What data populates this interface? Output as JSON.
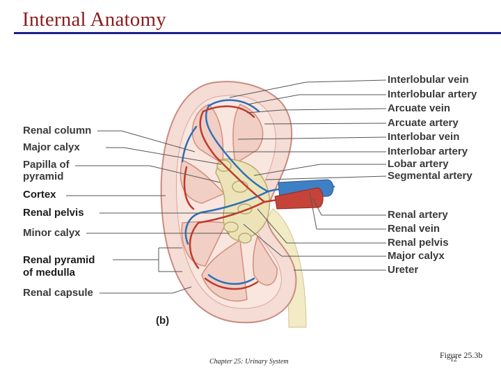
{
  "title": "Internal Anatomy",
  "left_labels": [
    "Renal column",
    "Major calyx",
    "Papilla of",
    "pyramid",
    "Cortex",
    "Renal pelvis",
    "Minor calyx",
    "Renal pyramid",
    "of medulla",
    "Renal capsule"
  ],
  "right_labels": [
    "Interlobular vein",
    "Interlobular artery",
    "Arcuate vein",
    "Arcuate artery",
    "Interlobar vein",
    "Interlobar artery",
    "Lobar artery",
    "Segmental artery",
    "Renal artery",
    "Renal vein",
    "Renal pelvis",
    "Major calyx",
    "Ureter"
  ],
  "figure_letter": "(b)",
  "footer": {
    "chapter": "Chapter 25: Urinary System",
    "figure": "Figure 25.3b",
    "page": "12"
  },
  "colors": {
    "title": "#8b1c1c",
    "rule": "#1f1f8a",
    "artery": "#c0392b",
    "vein": "#2e6fb8",
    "cortex": "#f3d5cf",
    "pelvis": "#ece4b8"
  }
}
